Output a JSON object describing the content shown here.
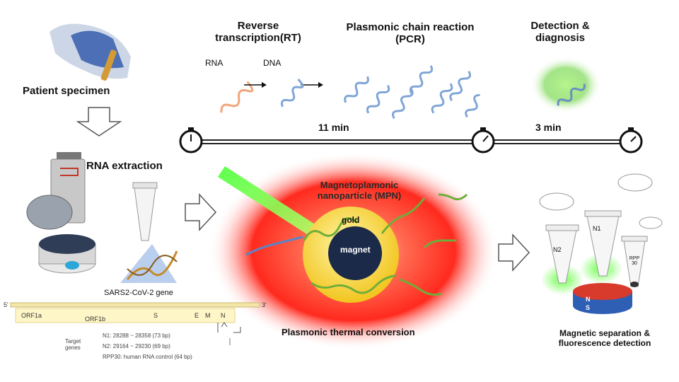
{
  "steps": {
    "patient_specimen": "Patient specimen",
    "rna_extraction": "RNA extraction",
    "reverse_transcription": "Reverse transcription(RT)",
    "pcr": "Plasmonic chain reaction (PCR)",
    "detection": "Detection & diagnosis"
  },
  "molecules": {
    "rna": "RNA",
    "dna": "DNA"
  },
  "timeline": {
    "t1": "11 min",
    "t2": "3 min"
  },
  "mpn": {
    "title_line1": "Magnetoplamonic",
    "title_line2": "nanoparticle (MPN)",
    "gold": "gold",
    "magnet": "magnet",
    "caption": "Plasmonic thermal conversion"
  },
  "gene": {
    "caption": "SARS2-CoV-2 gene",
    "end5": "5'",
    "end3": "3'",
    "segments": [
      "ORF1a",
      "ORF1b",
      "S",
      "E",
      "M",
      "N"
    ],
    "target_label_line1": "Target",
    "target_label_line2": "genes",
    "targets": [
      "N1: 28288 ~ 28358 (73 bp)",
      "N2: 29164 ~ 29230 (69 bp)",
      "RPP30: human RNA control (64 bp)"
    ]
  },
  "detection_panel": {
    "caption_line1": "Magnetic separation &",
    "caption_line2": "fluorescence detection",
    "tubes": [
      "N1",
      "N2",
      "RPP 30"
    ],
    "magnet_n": "N",
    "magnet_s": "S"
  },
  "colors": {
    "rna": "#f2a57a",
    "dna": "#7fa6d6",
    "glow_green": "#7ed957",
    "heat_red": "#ff3b2f",
    "gold": "#f7dd4a",
    "magnet_core": "#1c2a4a"
  }
}
